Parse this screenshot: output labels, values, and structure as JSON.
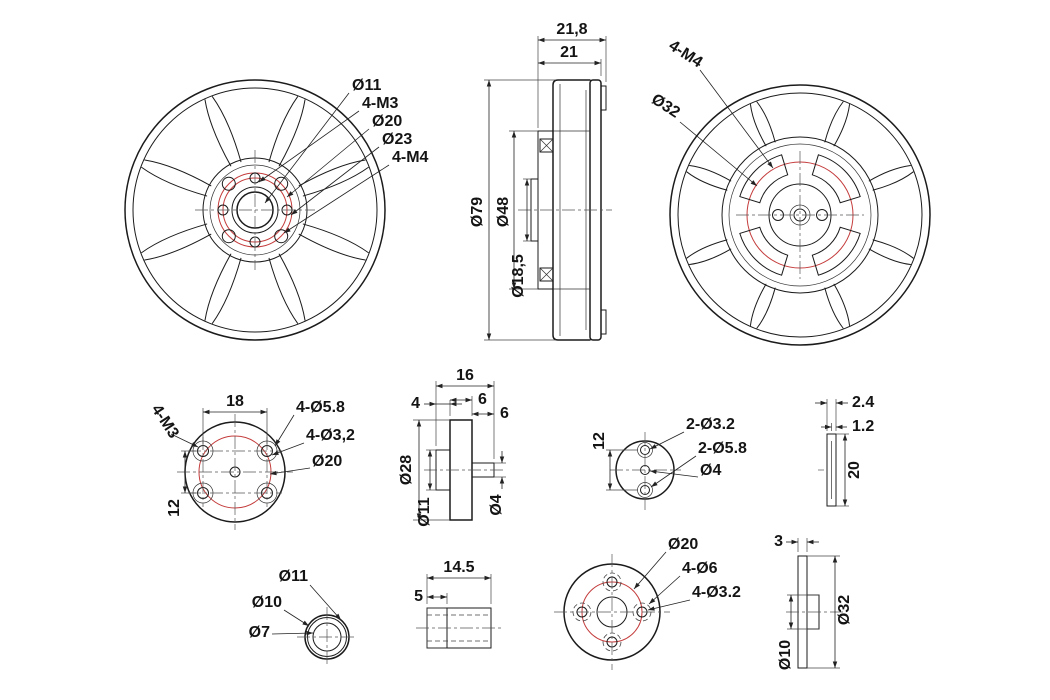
{
  "drawing": {
    "front": {
      "d11": "Ø11",
      "m3": "4-M3",
      "d20": "Ø20",
      "d23": "Ø23",
      "m4": "4-M4"
    },
    "side": {
      "w1": "21,8",
      "w2": "21",
      "d79": "Ø79",
      "d48": "Ø48",
      "d185": "Ø18,5"
    },
    "back": {
      "m4": "4-M4",
      "d32": "Ø32"
    },
    "adapter": {
      "m3": "4-M3",
      "w": "18",
      "cb": "4-Ø5.8",
      "th": "4-Ø3,2",
      "bc": "Ø20",
      "h": "12"
    },
    "shaft": {
      "l": "16",
      "l1": "4",
      "l2": "6",
      "l3": "6",
      "d1": "Ø28",
      "d2": "Ø11",
      "d3": "Ø4"
    },
    "hub2": {
      "h": "12",
      "th": "2-Ø3.2",
      "cb": "2-Ø5.8",
      "d": "Ø4"
    },
    "shim": {
      "t1": "2.4",
      "t2": "1.2",
      "h": "20"
    },
    "ring": {
      "d1": "Ø11",
      "d2": "Ø10",
      "d3": "Ø7"
    },
    "sleeve": {
      "l": "14.5",
      "l1": "5"
    },
    "flange": {
      "bc": "Ø20",
      "cb": "4-Ø6",
      "th": "4-Ø3.2"
    },
    "mount": {
      "t": "3",
      "d1": "Ø32",
      "d2": "Ø10"
    }
  }
}
